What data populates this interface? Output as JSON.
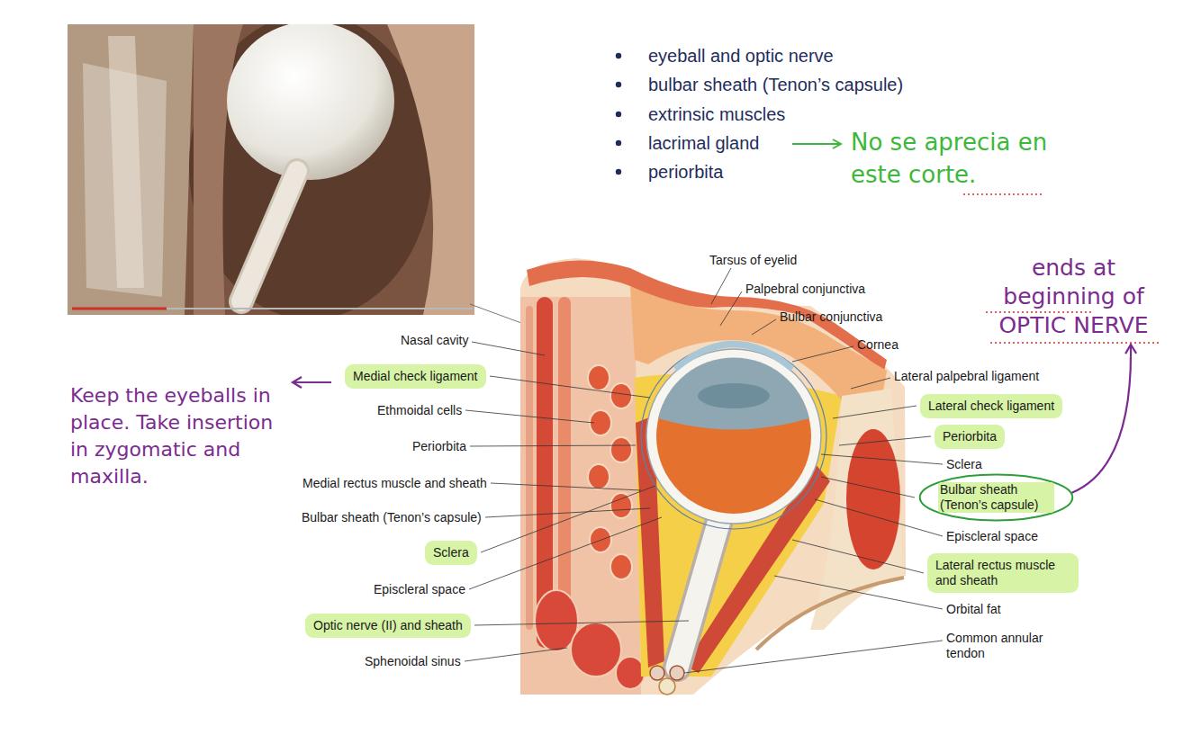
{
  "diagram": {
    "nodes": [
      {
        "text": [
          "Medial check ligament"
        ]
      },
      {
        "text": [
          "Lateral check ligament"
        ]
      },
      {
        "text": [
          "Periorbita"
        ]
      },
      {
        "text": [
          "Bulbar sheath (Tenon’s capsule)"
        ]
      },
      {
        "text": [
          "Sclera"
        ]
      },
      {
        "text": [
          "Lateral rectus muscle and sheath"
        ]
      },
      {
        "text": [
          "Optic nerve (II) and sheath"
        ]
      }
    ],
    "labels": [
      "eyeball and optic nerve",
      "bulbar sheath (Tenon’s capsule)",
      "extrinsic muscles",
      "lacrimal gland",
      "periorbita",
      "No se aprecia en este corte.",
      "Tarsus of eyelid",
      "Palpebral conjunctiva",
      "Bulbar conjunctiva",
      "Cornea",
      "Nasal cavity",
      "Lateral palpebral ligament",
      "Keep the eyeballs in place. Take insertion in zygomatic and maxilla.",
      "Ethmoidal cells",
      "Periorbita",
      "Sclera",
      "Medial rectus muscle and sheath",
      "Bulbar sheath (Tenon’s capsule)",
      "Episcleral space",
      "Episcleral space",
      "Orbital fat",
      "Common annular tendon",
      "Sphenoidal sinus",
      "ends at beginning of OPTIC NERVE"
    ]
  }
}
